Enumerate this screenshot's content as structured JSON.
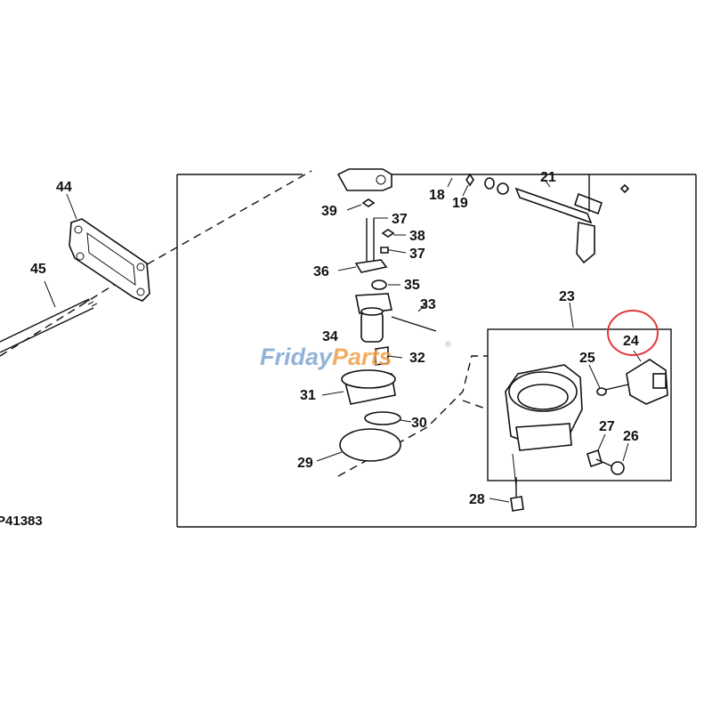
{
  "figure_id": "P41383",
  "watermark": {
    "part1": "Friday",
    "part2": "Parts",
    "registered": "®"
  },
  "callouts": {
    "c44": "44",
    "c45": "45",
    "c39": "39",
    "c37a": "37",
    "c38": "38",
    "c37b": "37",
    "c36": "36",
    "c35": "35",
    "c34": "34",
    "c33": "33",
    "c32": "32",
    "c31": "31",
    "c30": "30",
    "c29": "29",
    "c18": "18",
    "c19": "19",
    "c21": "21",
    "c23": "23",
    "c24": "24",
    "c25": "25",
    "c27": "27",
    "c26": "26",
    "c28": "28"
  },
  "highlight": {
    "callout": "24",
    "color": "#e03a3a"
  },
  "colors": {
    "line": "#111111",
    "watermark_blue": "#7ea6d3",
    "watermark_orange": "#f0a04b"
  }
}
